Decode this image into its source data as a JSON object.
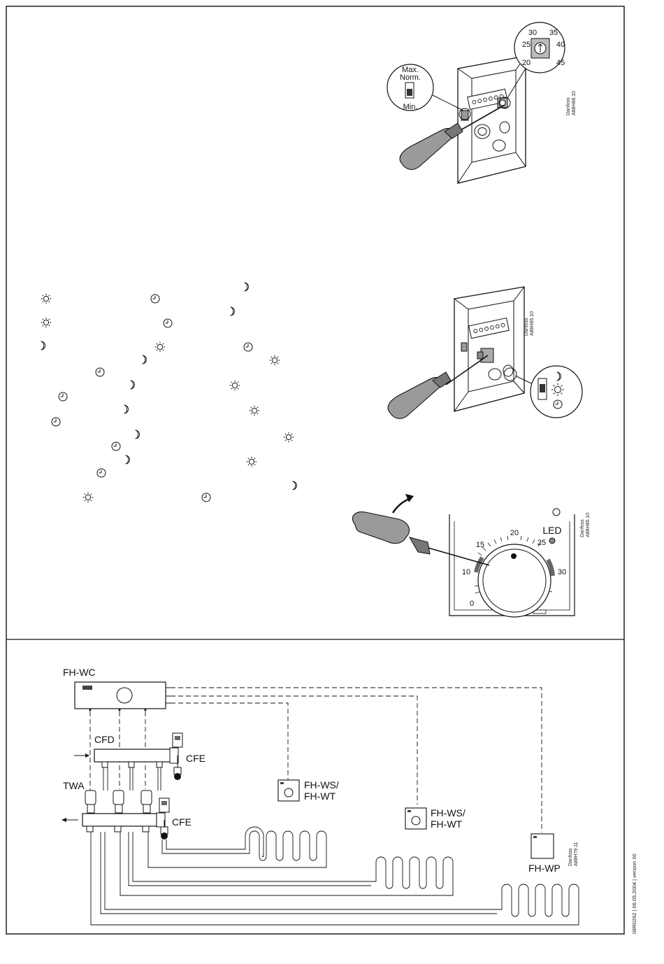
{
  "panel1": {
    "switch_labels": [
      "Max.",
      "Norm.",
      "Min."
    ],
    "dial_numbers": [
      "30",
      "35",
      "25",
      "40",
      "20",
      "45"
    ],
    "code": [
      "Danfoss",
      "A88H88.10"
    ]
  },
  "panel2": {
    "code": [
      "Danfoss",
      "A88H85.10"
    ]
  },
  "panel3": {
    "led_label": "LED",
    "scale": [
      "0",
      "10",
      "15",
      "20",
      "25",
      "30"
    ],
    "code": [
      "Danfoss",
      "A88H85.10"
    ]
  },
  "schematic": {
    "fh_wc": "FH-WC",
    "cfd": "CFD",
    "cfe_top": "CFE",
    "twa": "TWA",
    "cfe_bottom": "CFE",
    "room_unit_1": [
      "FH-WS/",
      "FH-WT"
    ],
    "room_unit_2": [
      "FH-WS/",
      "FH-WT"
    ],
    "fh_wp": "FH-WP",
    "code": [
      "Danfoss",
      "A88H79.11"
    ]
  },
  "footer": {
    "doc_ref": "08R0262 | 06.05.2004 | version 00"
  },
  "icons": {
    "moon": "moon-icon",
    "sun": "sun-icon",
    "clock": "clock-icon"
  }
}
